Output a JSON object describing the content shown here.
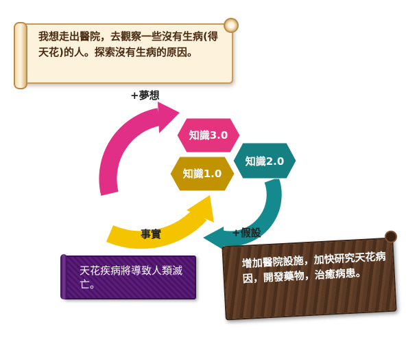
{
  "top_note": "我想走出醫院，去觀察一些沒有生病(得天花)的人。探索沒有生病的原因。",
  "labels": {
    "dream": "+夢想",
    "fact": "事實",
    "hypothesis": "+假設"
  },
  "hexagons": [
    {
      "label": "知識3.0",
      "color": "#e6337e"
    },
    {
      "label": "知識2.0",
      "color": "#167f82"
    },
    {
      "label": "知識1.0",
      "color": "#c29300"
    }
  ],
  "arrow_colors": {
    "pink": "#e22f86",
    "yellow": "#f5c400",
    "teal": "#148a8f"
  },
  "purple_note": "天花疾病將導致人類滅亡。",
  "wood_note": "增加醫院設施，加快研究天花病因，開發藥物，治癒病患。"
}
